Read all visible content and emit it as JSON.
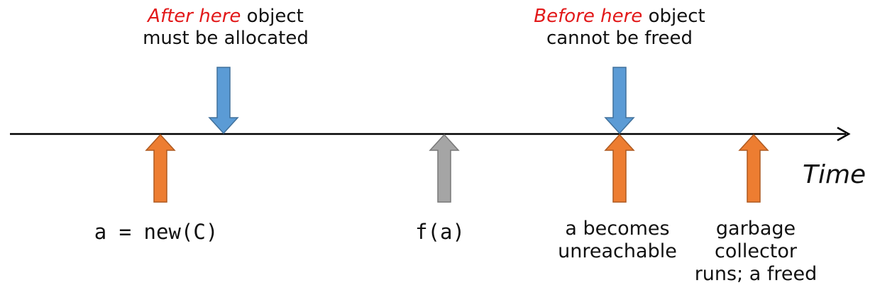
{
  "callouts": [
    {
      "emph": "After here",
      "rest": " object",
      "line2": "must be allocated"
    },
    {
      "emph": "Before here",
      "rest": " object",
      "line2": "cannot be freed"
    }
  ],
  "axis_label": "Time",
  "events": [
    {
      "line1": "a = new(C)",
      "line2": "",
      "line3": ""
    },
    {
      "line1": "f(a)",
      "line2": "",
      "line3": ""
    },
    {
      "line1": "a becomes",
      "line2": "unreachable",
      "line3": ""
    },
    {
      "line1": "garbage",
      "line2": "collector",
      "line3": "runs; a freed"
    }
  ],
  "colors": {
    "marker_blue": "#5b9bd5",
    "marker_orange": "#ed7d31",
    "marker_gray": "#a5a5a5",
    "emphasis_red": "#e2191a",
    "timeline": "#000000"
  },
  "icons": {
    "timeline": "right-arrow",
    "callout_markers": "down-arrow",
    "event_markers": "up-arrow"
  }
}
